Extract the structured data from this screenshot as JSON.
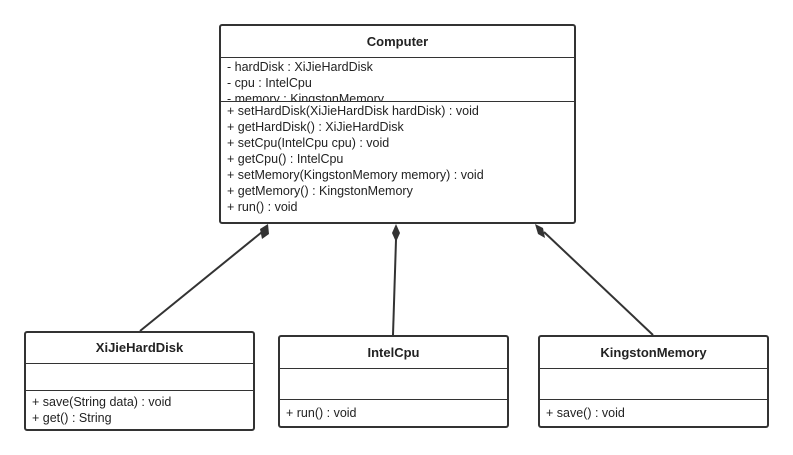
{
  "computer": {
    "name": "Computer",
    "attributes": [
      "- hardDisk : XiJieHardDisk",
      "- cpu : IntelCpu",
      "- memory : KingstonMemory"
    ],
    "methods": [
      "+ setHardDisk(XiJieHardDisk hardDisk) : void",
      "+ getHardDisk() : XiJieHardDisk",
      "+ setCpu(IntelCpu cpu) : void",
      "+ getCpu() : IntelCpu",
      "+ setMemory(KingstonMemory memory) : void",
      "+ getMemory() : KingstonMemory",
      "+ run() : void"
    ]
  },
  "harddisk": {
    "name": "XiJieHardDisk",
    "methods": [
      "+ save(String data) : void",
      "+ get() : String"
    ]
  },
  "cpu": {
    "name": "IntelCpu",
    "methods": [
      "+ run() : void"
    ]
  },
  "memory": {
    "name": "KingstonMemory",
    "methods": [
      "+ save() : void"
    ]
  }
}
